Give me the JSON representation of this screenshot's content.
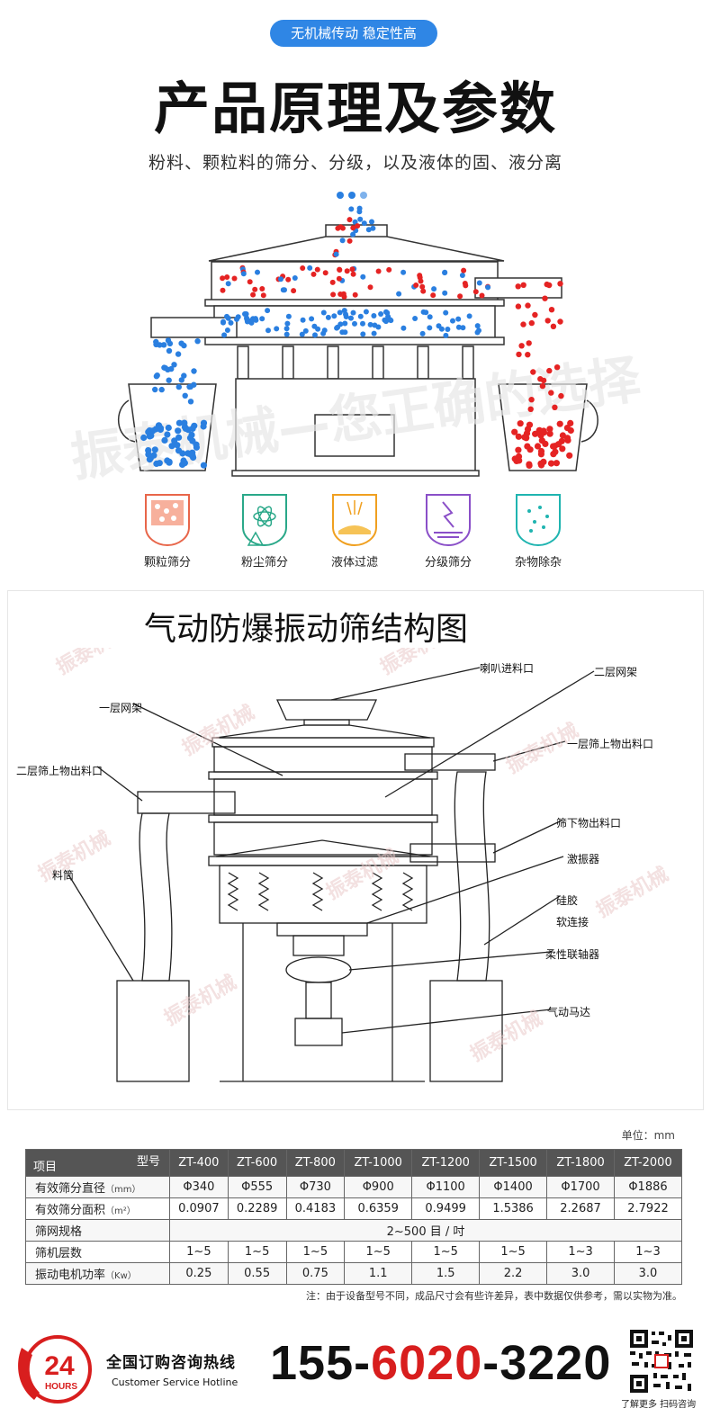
{
  "badge": "无机械传动 稳定性高",
  "title": "产品原理及参数",
  "subtitle": "粉料、颗粒料的筛分、分级，以及液体的固、液分离",
  "features": [
    {
      "label": "颗粒筛分",
      "icon": "granule-screening-icon",
      "color": "#e8664a"
    },
    {
      "label": "粉尘筛分",
      "icon": "powder-screening-icon",
      "color": "#2aa889"
    },
    {
      "label": "液体过滤",
      "icon": "liquid-filter-icon",
      "color": "#f0a020"
    },
    {
      "label": "分级筛分",
      "icon": "grading-screening-icon",
      "color": "#8a4fc8"
    },
    {
      "label": "杂物除杂",
      "icon": "impurity-removal-icon",
      "color": "#1fb4b0"
    }
  ],
  "structure": {
    "title": "气动防爆振动筛结构图",
    "callouts": {
      "inlet": "喇叭进料口",
      "mesh2": "二层网架",
      "mesh1": "一层网架",
      "outlet1_upper": "一层筛上物出料口",
      "outlet2_upper": "二层筛上物出料口",
      "outlet_lower": "筛下物出料口",
      "vibrator": "激振器",
      "silicone": "硅胶",
      "soft": "软连接",
      "barrel": "料筒",
      "coupling": "柔性联轴器",
      "motor": "气动马达"
    }
  },
  "unit": "单位：mm",
  "table": {
    "corner_top": "型号",
    "corner_bottom": "项目",
    "models": [
      "ZT-400",
      "ZT-600",
      "ZT-800",
      "ZT-1000",
      "ZT-1200",
      "ZT-1500",
      "ZT-1800",
      "ZT-2000"
    ],
    "rows": [
      {
        "label": "有效筛分直径",
        "unit": "（mm）",
        "values": [
          "Φ340",
          "Φ555",
          "Φ730",
          "Φ900",
          "Φ1100",
          "Φ1400",
          "Φ1700",
          "Φ1886"
        ]
      },
      {
        "label": "有效筛分面积",
        "unit": "（m²）",
        "values": [
          "0.0907",
          "0.2289",
          "0.4183",
          "0.6359",
          "0.9499",
          "1.5386",
          "2.2687",
          "2.7922"
        ]
      },
      {
        "label": "筛网规格",
        "unit": "",
        "merged": "2~500 目 / 吋"
      },
      {
        "label": "筛机层数",
        "unit": "",
        "values": [
          "1~5",
          "1~5",
          "1~5",
          "1~5",
          "1~5",
          "1~5",
          "1~3",
          "1~3"
        ]
      },
      {
        "label": "振动电机功率",
        "unit": "（Kw）",
        "values": [
          "0.25",
          "0.55",
          "0.75",
          "1.1",
          "1.5",
          "2.2",
          "3.0",
          "3.0"
        ]
      }
    ]
  },
  "note": "注：由于设备型号不同，成品尺寸会有些许差异，表中数据仅供参考，需以实物为准。",
  "footer": {
    "badge_number": "24",
    "badge_text": "HOURS",
    "hotline_cn": "全国订购咨询热线",
    "hotline_en": "Customer Service Hotline",
    "phone_a": "155-",
    "phone_b": "6020",
    "phone_c": "-3220",
    "qr_caption": "了解更多  扫码咨询"
  },
  "colors": {
    "accent_blue": "#2f86e5",
    "particle_red": "#e52323",
    "particle_blue": "#2a7fe0",
    "brand_red": "#d81e1e"
  }
}
